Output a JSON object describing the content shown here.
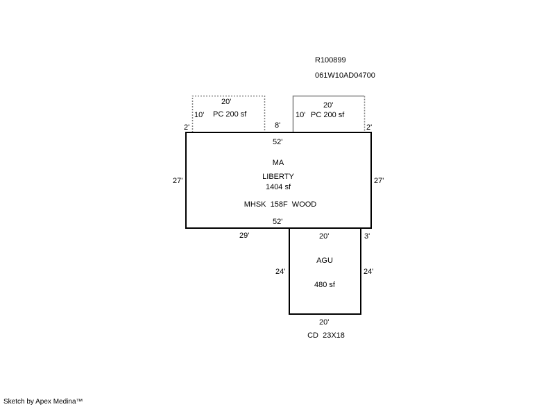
{
  "header": {
    "record_id": "R100899",
    "parcel_id": "061W10AD04700"
  },
  "porch_left": {
    "width": "20'",
    "depth": "10'",
    "label": "PC 200 sf",
    "offset": "2'"
  },
  "porch_right": {
    "width": "20'",
    "depth": "10'",
    "label": "PC 200 sf",
    "offset": "2'"
  },
  "gap_label": "8'",
  "main": {
    "top": "52'",
    "bottom": "52'",
    "left": "27'",
    "right": "27'",
    "code": "MA",
    "name": "LIBERTY",
    "area": "1404 sf",
    "details": "MHSK  158F  WOOD",
    "bottom_left_segment": "29'"
  },
  "garage": {
    "top": "20'",
    "bottom": "20'",
    "left": "24'",
    "right": "24'",
    "offset": "3'",
    "code": "AGU",
    "area": "480 sf"
  },
  "extra_label": "CD  23X18",
  "footer": "Sketch by Apex Medina™",
  "colors": {
    "line": "#000000",
    "porch_line": "#808080"
  }
}
